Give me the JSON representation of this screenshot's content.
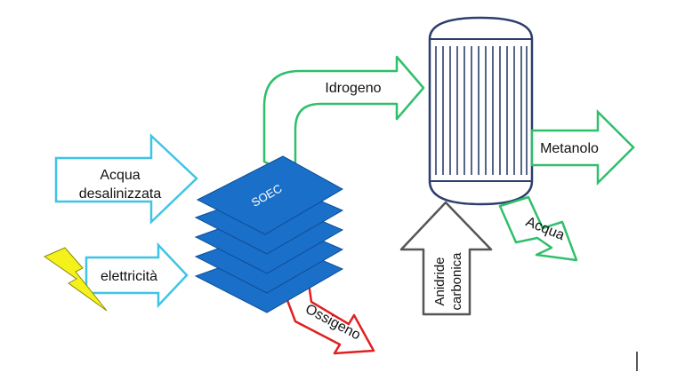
{
  "labels": {
    "water": [
      "Acqua",
      "desalinizzata"
    ],
    "electricity": "elettricità",
    "soec": "SOEC",
    "hydrogen": "Idrogeno",
    "oxygen": "Ossigeno",
    "co2": [
      "Anidride",
      "carbonica"
    ],
    "methanol": "Metanolo",
    "water_out": "Acqua"
  },
  "colors": {
    "water_arrow": "#3fc4e6",
    "electricity_arrow": "#3fc4e6",
    "hydrogen_arrow": "#2fbf6b",
    "oxygen_arrow": "#e02020",
    "co2_arrow": "#555555",
    "methanol_arrow": "#2fbf6b",
    "water_out_arrow": "#2fbf6b",
    "soec_fill": "#1a6fc9",
    "soec_stroke": "#0d4e96",
    "reactor_stroke": "#2c3e6b",
    "lightning": "#f4f21a"
  }
}
